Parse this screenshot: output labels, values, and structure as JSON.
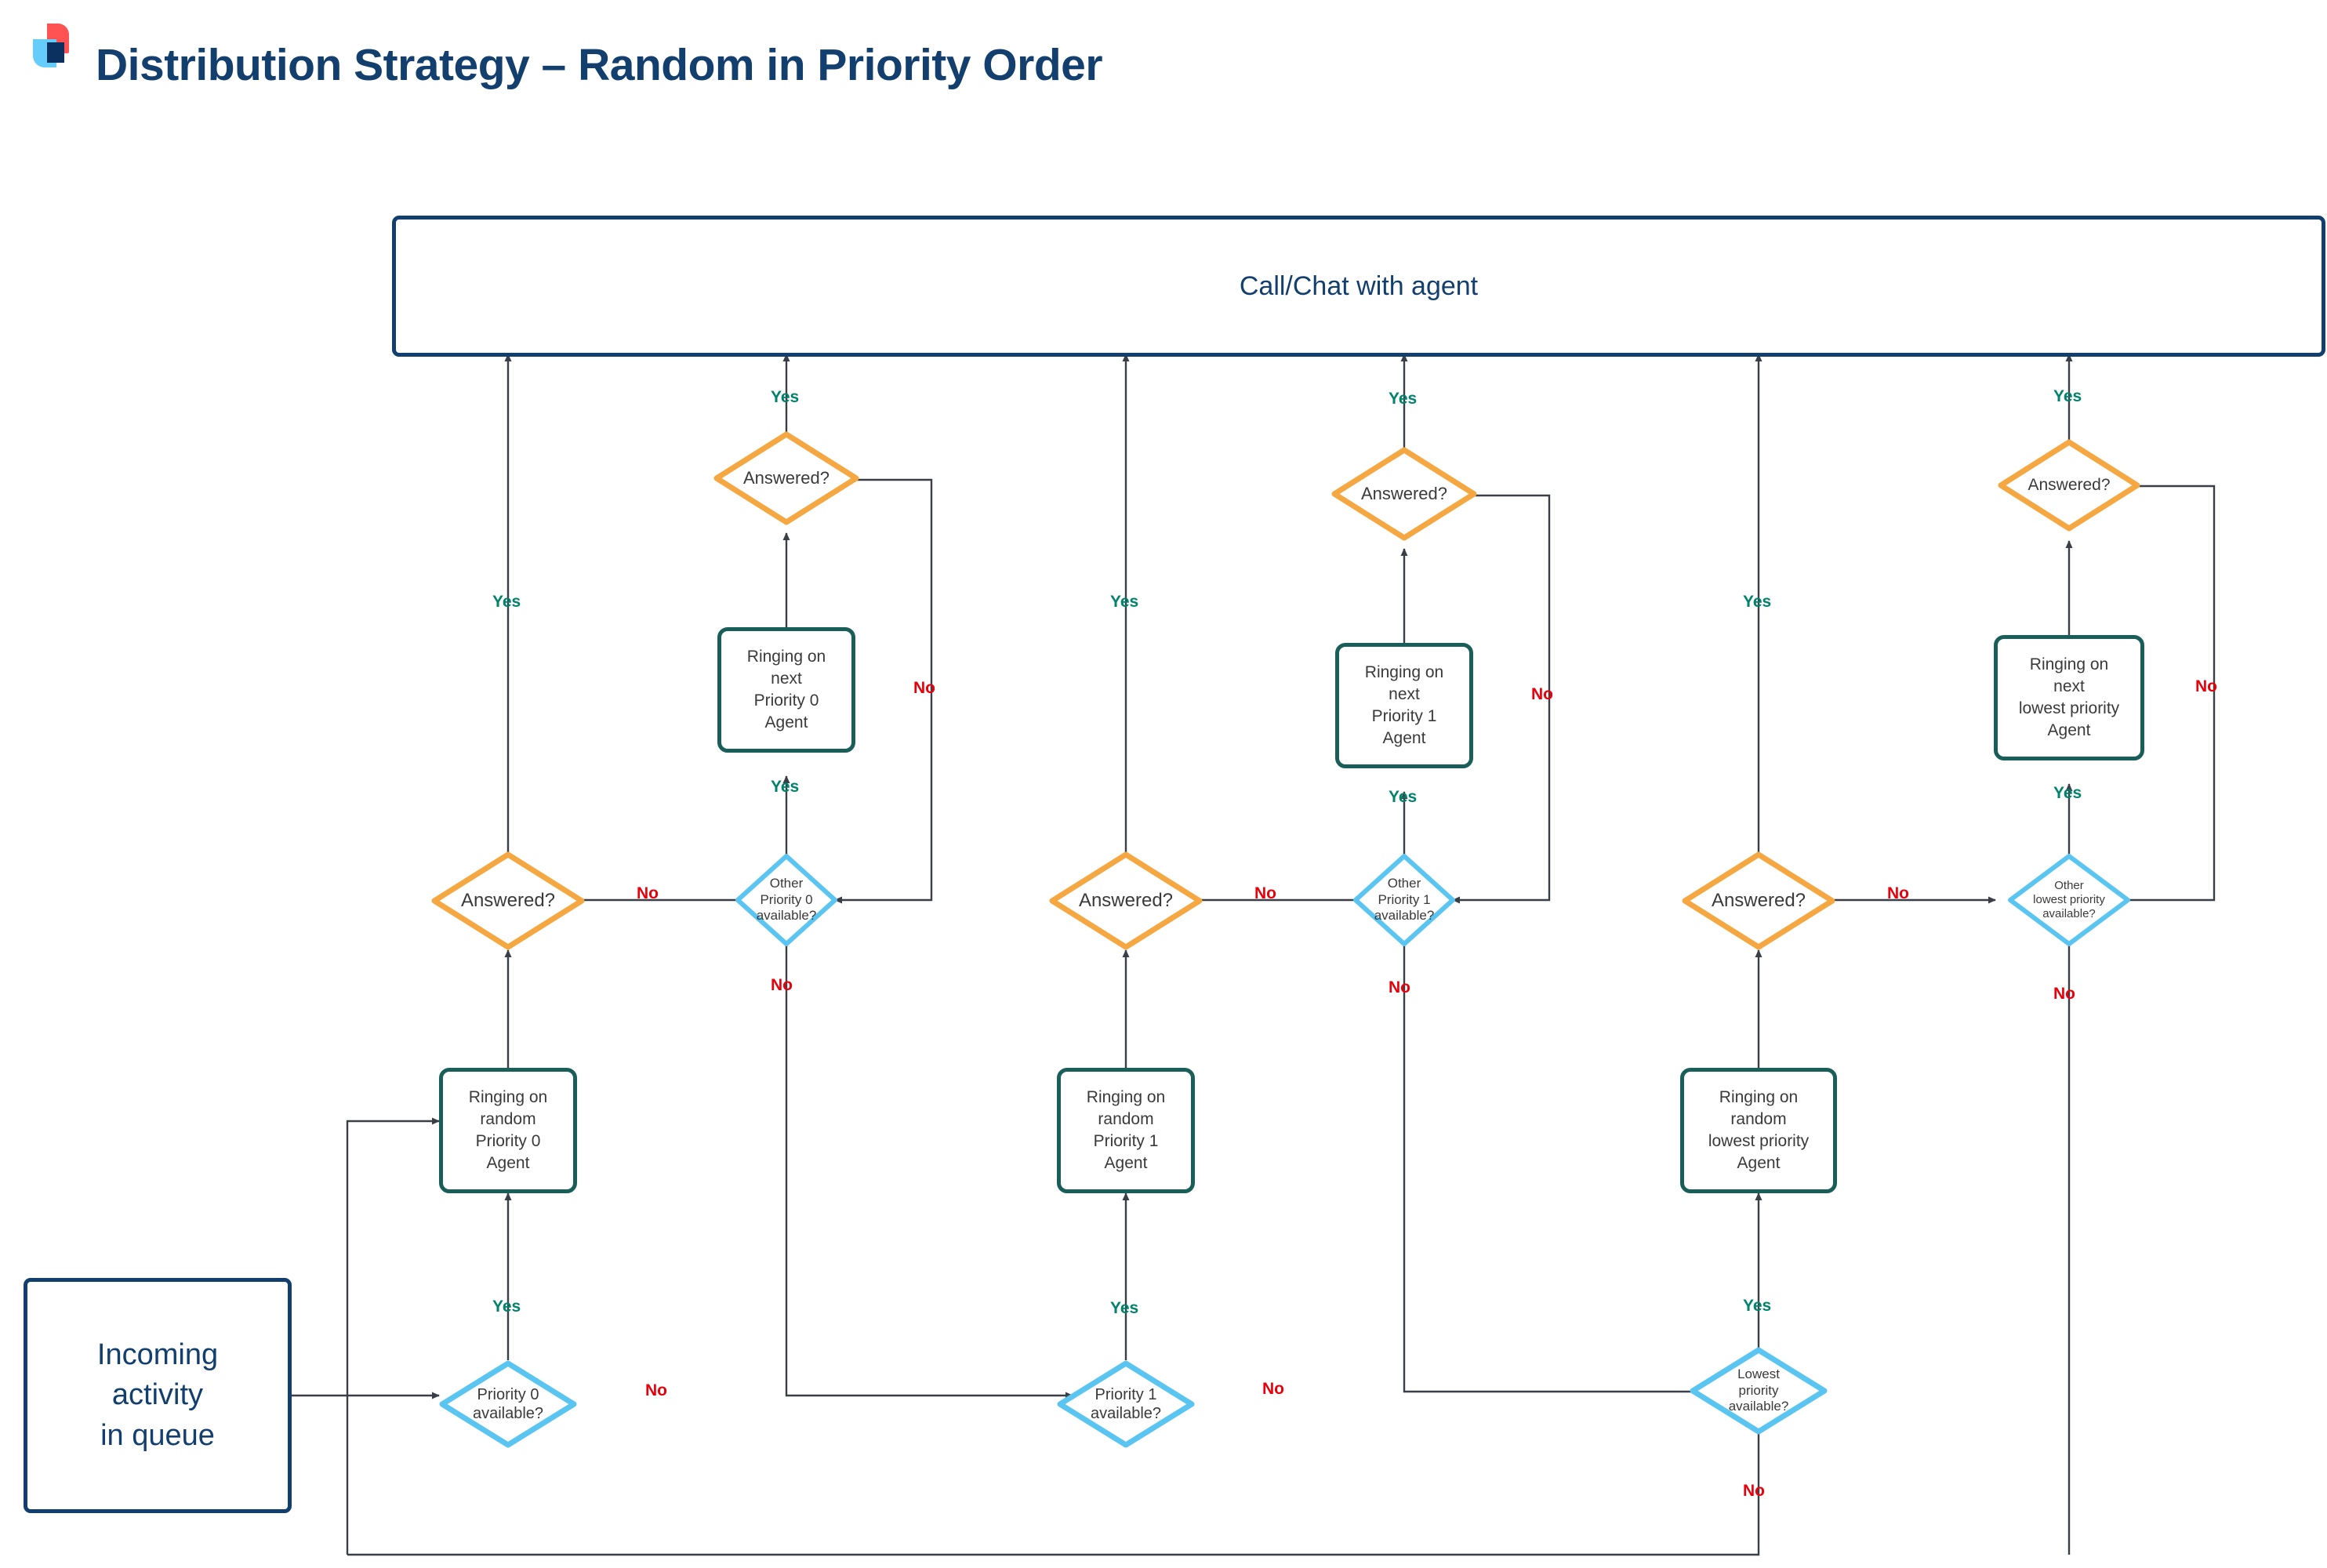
{
  "header": {
    "title": "Distribution Strategy – Random in Priority Order",
    "logo_name": "8x8-logo"
  },
  "colors": {
    "title_navy": "#123F6E",
    "terminal_border": "#123F6E",
    "process_border": "#1A5E59",
    "decision_blue": "#5BC5F2",
    "decision_orange": "#F5A742",
    "yes_label": "#00826B",
    "no_label": "#E8000B",
    "connector": "#3A3F47",
    "logo_red": "#FF5252",
    "logo_blue": "#66CDFA",
    "logo_navy": "#0A3160"
  },
  "flow": {
    "terminals": {
      "start": "Incoming\nactivity\nin queue",
      "start_lines": [
        "Incoming",
        "activity",
        "in queue"
      ],
      "end": "Call/Chat with agent"
    },
    "columns": [
      {
        "name": "priority-0",
        "available_decision": [
          "Priority 0",
          "available?"
        ],
        "ringing_random": [
          "Ringing on",
          "random",
          "Priority 0",
          "Agent"
        ],
        "answered_decision": "Answered?",
        "other_available_decision": [
          "Other",
          "Priority 0",
          "available?"
        ],
        "ringing_next": [
          "Ringing on",
          "next",
          "Priority 0",
          "Agent"
        ],
        "answered_decision_2": "Answered?"
      },
      {
        "name": "priority-1",
        "available_decision": [
          "Priority 1",
          "available?"
        ],
        "ringing_random": [
          "Ringing on",
          "random",
          "Priority 1",
          "Agent"
        ],
        "answered_decision": "Answered?",
        "other_available_decision": [
          "Other",
          "Priority 1",
          "available?"
        ],
        "ringing_next": [
          "Ringing on",
          "next",
          "Priority 1",
          "Agent"
        ],
        "answered_decision_2": "Answered?"
      },
      {
        "name": "lowest-priority",
        "available_decision": [
          "Lowest",
          "priority",
          "available?"
        ],
        "ringing_random": [
          "Ringing on",
          "random",
          "lowest priority",
          "Agent"
        ],
        "answered_decision": "Answered?",
        "other_available_decision": [
          "Other",
          "lowest priority",
          "available?"
        ],
        "ringing_next": [
          "Ringing on",
          "next",
          "lowest priority",
          "Agent"
        ],
        "answered_decision_2": "Answered?"
      }
    ],
    "edge_labels": {
      "yes": "Yes",
      "no": "No"
    }
  }
}
